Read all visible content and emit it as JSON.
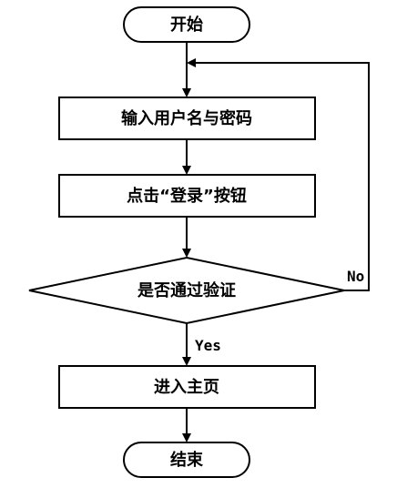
{
  "nodes": {
    "start": {
      "label": "开始",
      "shape": "terminal"
    },
    "input_credentials": {
      "label": "输入用户名与密码",
      "shape": "process"
    },
    "click_login": {
      "label": "点击“登录”按钮",
      "shape": "process"
    },
    "verify": {
      "label": "是否通过验证",
      "shape": "decision"
    },
    "enter_home": {
      "label": "进入主页",
      "shape": "process"
    },
    "end": {
      "label": "结束",
      "shape": "terminal"
    }
  },
  "edges": {
    "verify_no": {
      "from": "verify",
      "to": "input_credentials",
      "label": "No"
    },
    "verify_yes": {
      "from": "verify",
      "to": "enter_home",
      "label": "Yes"
    }
  },
  "colors": {
    "stroke": "#000000",
    "fill": "#ffffff",
    "text": "#000000"
  }
}
